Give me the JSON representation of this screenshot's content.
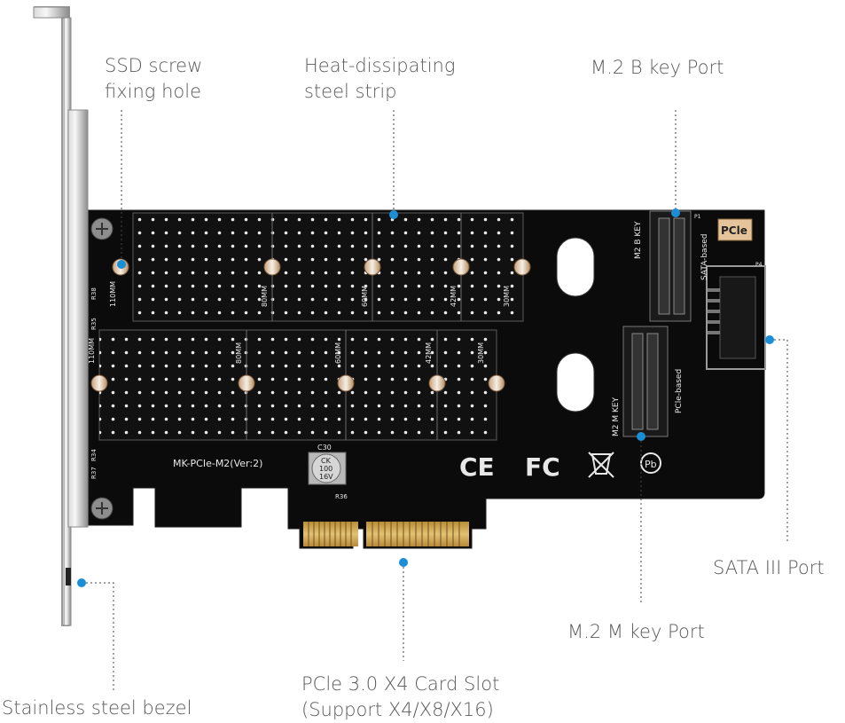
{
  "callouts": {
    "ssd_screw": {
      "line1": "SSD screw",
      "line2": "fixing hole"
    },
    "heat_strip": {
      "line1": "Heat-dissipating",
      "line2": "steel strip"
    },
    "b_key": {
      "line1": "M.2 B key Port"
    },
    "sata": {
      "line1": "SATA III Port"
    },
    "m_key": {
      "line1": "M.2 M key Port"
    },
    "pcie_slot": {
      "line1": "PCle 3.0 X4 Card Slot",
      "line2": "(Support X4/X8/X16)"
    },
    "bezel": {
      "line1": "Stainless steel bezel"
    }
  },
  "board": {
    "model": "MK-PCIe-M2(Ver:2)",
    "pcie_badge": "PCle",
    "b_key_label": "M2 B KEY",
    "m_key_label": "M2 M KEY",
    "sata_based": "SATA-based",
    "pcie_based": "PCle-based",
    "capacitor": {
      "ref": "C30",
      "line1": "CK",
      "line2": "100",
      "line3": "16V"
    },
    "top_sizes": [
      "110MM",
      "80MM",
      "60MM",
      "42MM",
      "30MM"
    ],
    "bottom_sizes": [
      "110MM",
      "80MM",
      "60MM",
      "42MM",
      "30MM"
    ],
    "refs": {
      "r36": "R36",
      "r35": "R35",
      "r37": "R37",
      "r34": "R34",
      "r38": "R38",
      "p1": "P1",
      "p4": "P4"
    },
    "marks": {
      "ce": "CE",
      "fc": "FC",
      "pb": "Pb"
    }
  },
  "colors": {
    "accent_dot": "#1a8fd6",
    "pcb": "#0b0b0b",
    "gold": "#c9a24a",
    "badge": "#e6c49b"
  }
}
